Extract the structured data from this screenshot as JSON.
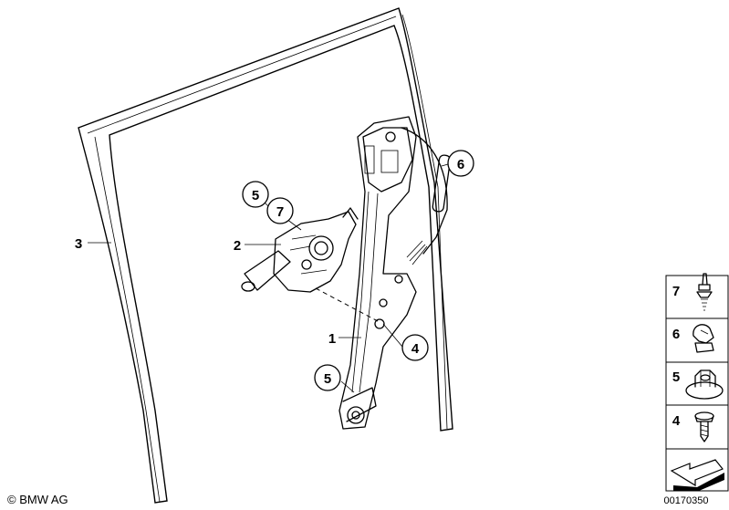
{
  "callouts": {
    "part_1": "1",
    "part_2": "2",
    "part_3": "3",
    "part_4": "4",
    "part_5a": "5",
    "part_5b": "5",
    "part_6": "6",
    "part_7": "7"
  },
  "legend": {
    "items": [
      {
        "number": "7",
        "icon": "rivet-clip-icon"
      },
      {
        "number": "6",
        "icon": "cable-clip-icon"
      },
      {
        "number": "5",
        "icon": "hex-flange-nut-icon"
      },
      {
        "number": "4",
        "icon": "torx-screw-icon"
      }
    ]
  },
  "footer": {
    "copyright": "© BMW AG",
    "drawing_number": "00170350"
  }
}
